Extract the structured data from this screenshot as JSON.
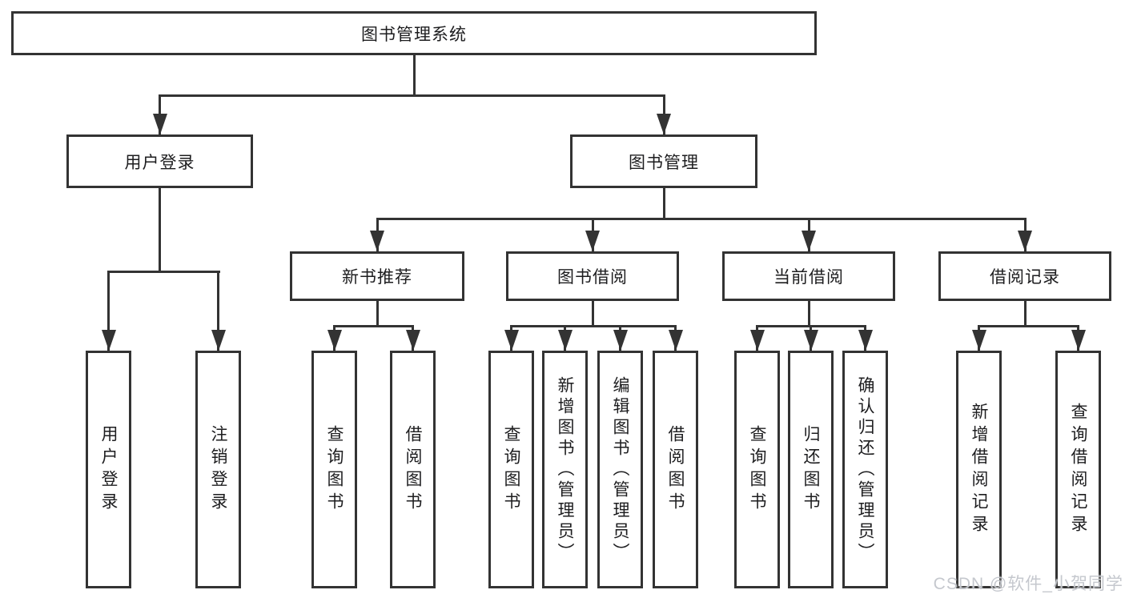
{
  "nodes": {
    "root": "图书管理系统",
    "userLogin": "用户登录",
    "bookManage": "图书管理",
    "newBook": "新书推荐",
    "bookBorrow": "图书借阅",
    "currentBorrow": "当前借阅",
    "borrowRecord": "借阅记录"
  },
  "leaves": {
    "userLogin": [
      "用户登录",
      "注销登录"
    ],
    "newBook": [
      "查询图书",
      "借阅图书"
    ],
    "bookBorrow": [
      "查询图书",
      "新增图书（管理员）",
      "编辑图书（管理员）",
      "借阅图书"
    ],
    "currentBorrow": [
      "查询图书",
      "归还图书",
      "确认归还（管理员）"
    ],
    "borrowRecord": [
      "新增借阅记录",
      "查询借阅记录"
    ]
  },
  "watermark": "CSDN @软件_小贺同学",
  "colors": {
    "line": "#333333",
    "text": "#1d1d1f",
    "background": "#ffffff",
    "watermark": "#c2c5cb"
  }
}
